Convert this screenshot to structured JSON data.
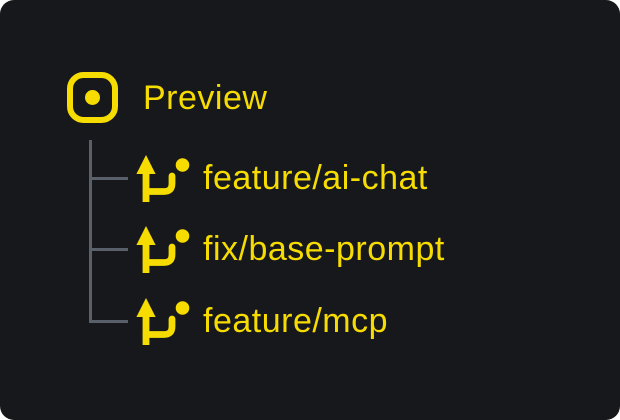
{
  "colors": {
    "background": "#17181c",
    "accent_yellow": "#f6dc00",
    "tree_line_gray": "#59606a"
  },
  "root": {
    "label": "Preview",
    "icon": "preview-scan-dot-icon"
  },
  "branches": [
    {
      "label": "feature/ai-chat",
      "icon": "git-branch-icon"
    },
    {
      "label": "fix/base-prompt",
      "icon": "git-branch-icon"
    },
    {
      "label": "feature/mcp",
      "icon": "git-branch-icon"
    }
  ]
}
